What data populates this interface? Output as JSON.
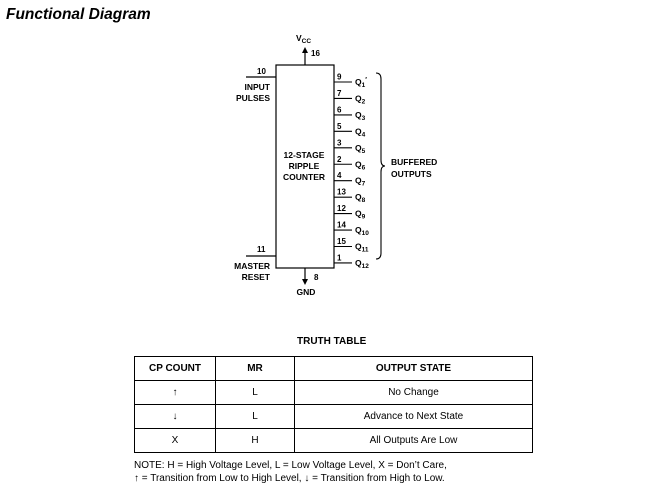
{
  "title": "Functional Diagram",
  "diagram": {
    "vcc": {
      "main": "V",
      "sub": "CC"
    },
    "vcc_pin": "16",
    "gnd": "GND",
    "gnd_pin": "8",
    "input_pin": "10",
    "input_label": [
      "INPUT",
      "PULSES"
    ],
    "reset_pin": "11",
    "reset_label": [
      "MASTER",
      "RESET"
    ],
    "block_label": [
      "12-STAGE",
      "RIPPLE",
      "COUNTER"
    ],
    "outputs": [
      {
        "pin": "9",
        "main": "Q",
        "sub": "1",
        "prime": true
      },
      {
        "pin": "7",
        "main": "Q",
        "sub": "2"
      },
      {
        "pin": "6",
        "main": "Q",
        "sub": "3"
      },
      {
        "pin": "5",
        "main": "Q",
        "sub": "4"
      },
      {
        "pin": "3",
        "main": "Q",
        "sub": "5"
      },
      {
        "pin": "2",
        "main": "Q",
        "sub": "6"
      },
      {
        "pin": "4",
        "main": "Q",
        "sub": "7"
      },
      {
        "pin": "13",
        "main": "Q",
        "sub": "8"
      },
      {
        "pin": "12",
        "main": "Q",
        "sub": "9"
      },
      {
        "pin": "14",
        "main": "Q",
        "sub": "10"
      },
      {
        "pin": "15",
        "main": "Q",
        "sub": "11"
      },
      {
        "pin": "1",
        "main": "Q",
        "sub": "12"
      }
    ],
    "buffered_label": [
      "BUFFERED",
      "OUTPUTS"
    ]
  },
  "truth_table": {
    "title": "TRUTH TABLE",
    "headers": [
      "CP COUNT",
      "MR",
      "OUTPUT STATE"
    ],
    "rows": [
      [
        "↑",
        "L",
        "No Change"
      ],
      [
        "↓",
        "L",
        "Advance to Next State"
      ],
      [
        "X",
        "H",
        "All Outputs Are Low"
      ]
    ]
  },
  "note": [
    "NOTE: H = High Voltage Level, L = Low Voltage Level, X = Don’t Care,",
    "↑ = Transition from Low to High Level, ↓ = Transition from High to Low."
  ]
}
